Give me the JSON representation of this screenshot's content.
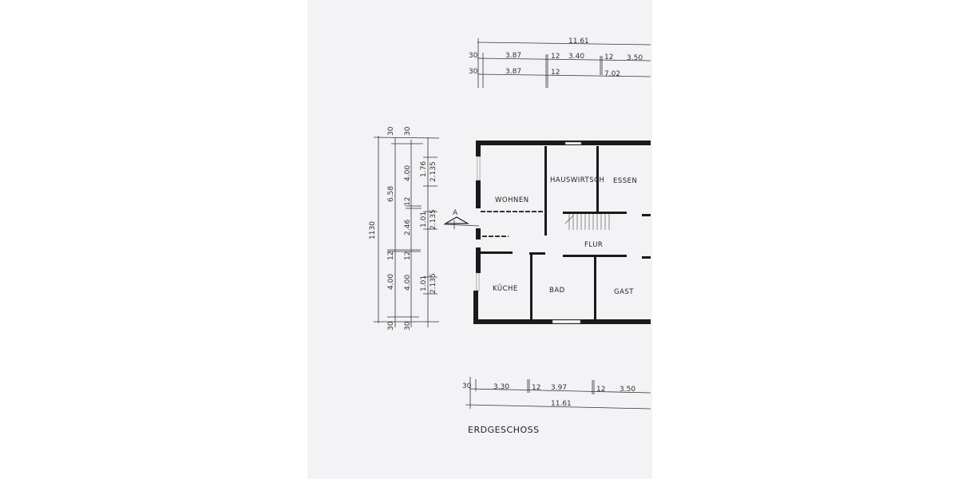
{
  "title": "ERDGESCHOSS",
  "section_marker": "A",
  "rooms": [
    "WOHNEN",
    "HAUSWIRTSCH",
    "ESSEN",
    "FLUR",
    "KÜCHE",
    "BAD",
    "GAST"
  ],
  "top_dimensions": {
    "overall": "11.61",
    "row1": [
      "30",
      "3.87",
      "12",
      "3.40",
      "12",
      "3.50"
    ],
    "row2": [
      "30",
      "3.87",
      "12",
      "7.02"
    ]
  },
  "left_dimensions": {
    "overall": "1130",
    "col1": [
      "30",
      "6.58",
      "12",
      "4.00",
      "30"
    ],
    "col2": [
      "30",
      "4.00",
      "12",
      "2.46",
      "12",
      "4.00",
      "30"
    ],
    "col3": [
      "1.76",
      "2.135",
      "1.01",
      "2.135",
      "1.01",
      "2.135"
    ]
  },
  "bottom_dimensions": {
    "row1": [
      "30",
      "3.30",
      "12",
      "3.97",
      "12",
      "3.50"
    ],
    "overall": "11.61"
  }
}
